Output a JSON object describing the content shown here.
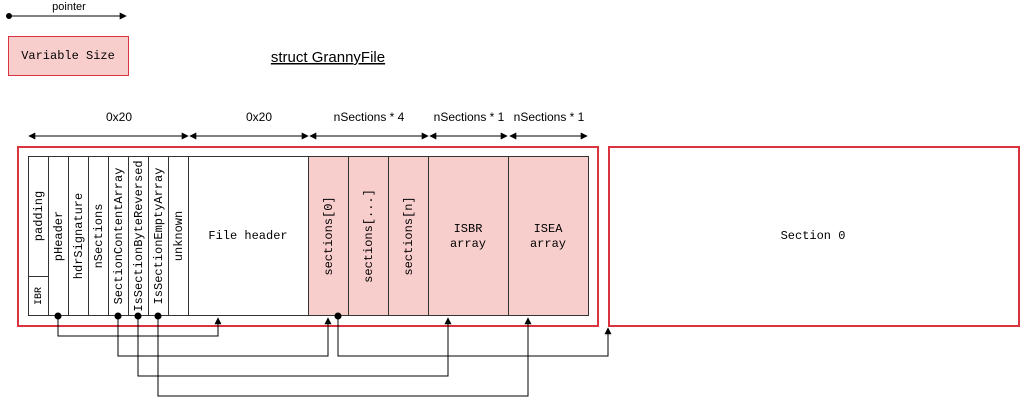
{
  "legend": {
    "pointer_label": "pointer",
    "variable_size_label": "Variable Size"
  },
  "title": "struct GrannyFile",
  "dimensions": {
    "d1": "0x20",
    "d2": "0x20",
    "d3": "nSections * 4",
    "d4": "nSections * 1",
    "d5": "nSections * 1"
  },
  "fields": {
    "padding": "padding",
    "ibr": "IBR",
    "pheader": "pHeader",
    "hdrsignature": "hdrSignature",
    "nsections": "nSections",
    "sectioncontentarray": "SectionContentArray",
    "issectionbytereversed": "IsSectionByteReversed",
    "issectionemptyarray": "IsSectionEmptyArray",
    "unknown": "unknown",
    "file_header": "File header",
    "sections0": "sections[0]",
    "sections_mid": "sections[...]",
    "sections_n": "sections[n]",
    "isbr_l1": "ISBR",
    "isbr_l2": "array",
    "isea_l1": "ISEA",
    "isea_l2": "array",
    "section0": "Section 0"
  },
  "colors": {
    "red_border": "#d9333f",
    "pink_fill": "#f8cecc",
    "dark": "#333333"
  }
}
